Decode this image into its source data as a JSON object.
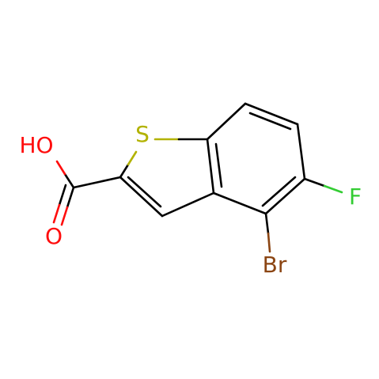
{
  "molecule": {
    "atoms": {
      "sulfur": "S",
      "hydroxyl": "HO",
      "carbonyl_oxygen": "O",
      "fluorine": "F",
      "bromine": "Br"
    },
    "colors": {
      "bond": "#000000",
      "sulfur": "#b2b200",
      "oxygen": "#ff0d0d",
      "fluorine": "#33cc33",
      "bromine": "#8b4513"
    }
  }
}
